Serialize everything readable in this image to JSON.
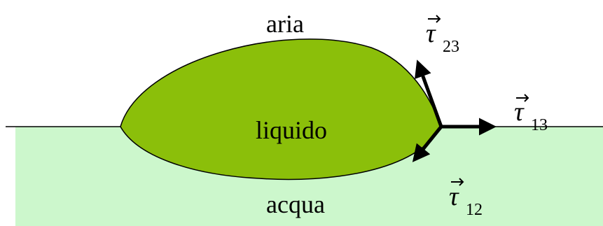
{
  "labels": {
    "air": "aria",
    "liquid": "liquido",
    "water": "acqua"
  },
  "vectors": {
    "tau23": {
      "symbol": "τ",
      "subscript": "23"
    },
    "tau13": {
      "symbol": "τ",
      "subscript": "13"
    },
    "tau12": {
      "symbol": "τ",
      "subscript": "12"
    }
  },
  "colors": {
    "water_fill": "#ccf7cc",
    "liquid_fill": "#8bbf0a",
    "outline": "#000000",
    "background": "#ffffff"
  }
}
